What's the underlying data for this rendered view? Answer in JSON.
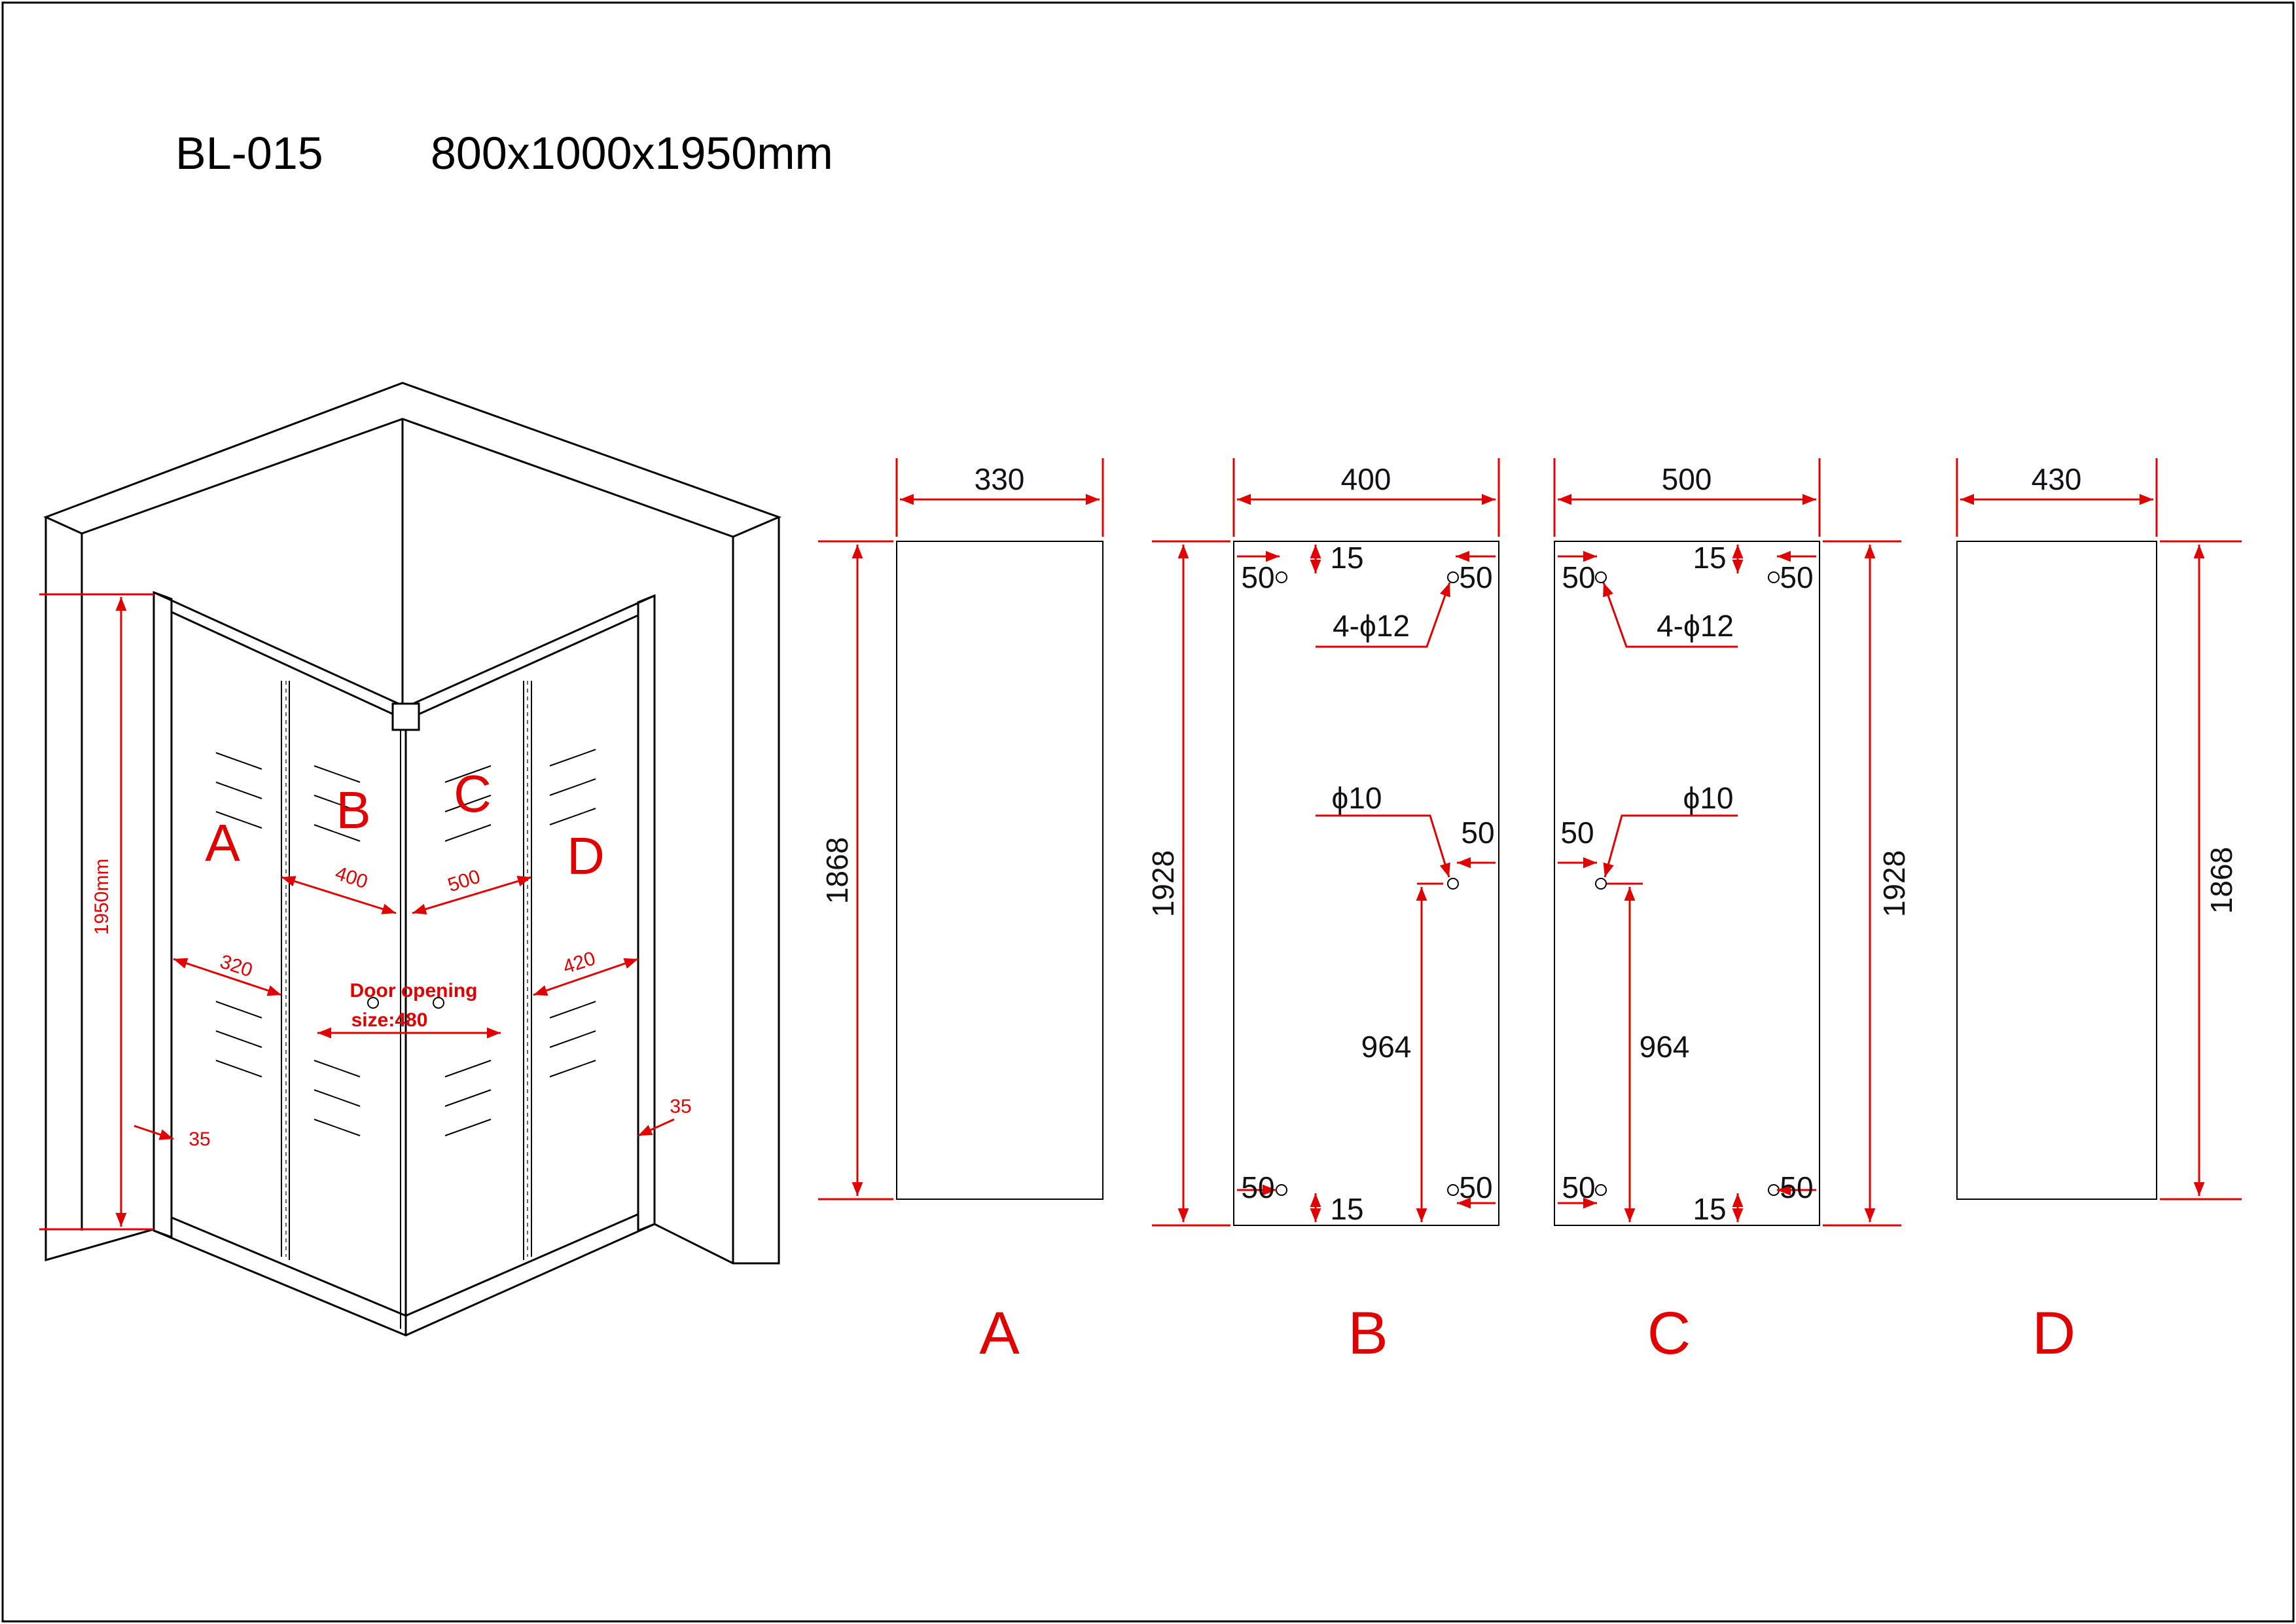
{
  "title": {
    "model": "BL-015",
    "size": "800x1000x1950mm"
  },
  "iso_view": {
    "labels": {
      "a": "A",
      "b": "B",
      "c": "C",
      "d": "D"
    },
    "height_label": "1950mm",
    "dims": {
      "a_width": "320",
      "b_width": "400",
      "c_width": "500",
      "d_width": "420",
      "left_gap": "35",
      "right_gap": "35"
    },
    "door_opening_label": "Door opening",
    "door_opening_size": "size:480"
  },
  "panels": {
    "a": {
      "label": "A",
      "width": "330",
      "height": "1868"
    },
    "b": {
      "label": "B",
      "width": "400",
      "height": "1928",
      "top_offset": "15",
      "edge_offset_left": "50",
      "edge_offset_right": "50",
      "hole_callout": "4-ϕ12",
      "knob_callout": "ϕ10",
      "knob_edge": "50",
      "knob_height": "964",
      "bottom_offset": "15",
      "bottom_edge_left": "50",
      "bottom_edge_right": "50"
    },
    "c": {
      "label": "C",
      "width": "500",
      "height": "1928",
      "top_offset": "15",
      "edge_offset_left": "50",
      "edge_offset_right": "50",
      "hole_callout": "4-ϕ12",
      "knob_callout": "ϕ10",
      "knob_edge": "50",
      "knob_height": "964",
      "bottom_offset": "15",
      "bottom_edge_left": "50",
      "bottom_edge_right": "50"
    },
    "d": {
      "label": "D",
      "width": "430",
      "height": "1868"
    }
  },
  "colors": {
    "dimension": "#e00000",
    "outline": "#000000",
    "background": "#ffffff"
  }
}
